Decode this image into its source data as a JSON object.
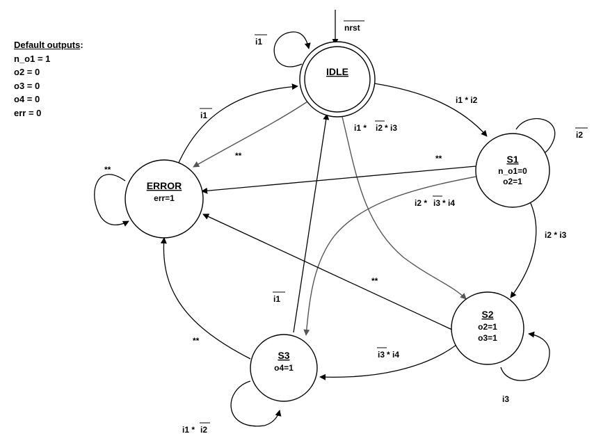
{
  "defaults": {
    "title": "Default outputs",
    "colon": ":",
    "lines": [
      "n_o1 = 1",
      "o2 = 0",
      "o3 = 0",
      "o4 = 0",
      "err = 0"
    ]
  },
  "reset_label": "nrst",
  "states": {
    "idle": {
      "name": "IDLE",
      "outputs": []
    },
    "s1": {
      "name": "S1",
      "outputs": [
        "n_o1=0",
        "o2=1"
      ]
    },
    "s2": {
      "name": "S2",
      "outputs": [
        "o2=1",
        "o3=1"
      ]
    },
    "s3": {
      "name": "S3",
      "outputs": [
        "o4=1"
      ]
    },
    "error": {
      "name": "ERROR",
      "outputs": [
        "err=1"
      ]
    }
  },
  "transitions": {
    "idle_self": "i1",
    "idle_s1": "i1 * i2",
    "idle_s2": {
      "a": "i1 * ",
      "b": "i2",
      "c": " * i3"
    },
    "idle_error": "**",
    "s1_self": "i2",
    "s1_s2": "i2 * i3",
    "s1_s3": {
      "a": "i2 * ",
      "b": "i3",
      "c": " * i4"
    },
    "s1_error": "**",
    "s2_self": "i3",
    "s2_s3": {
      "a": "i3",
      "b": " * i4"
    },
    "s2_error": "**",
    "s3_self": {
      "a": "i1 * ",
      "b": "i2"
    },
    "s3_idle": "i1",
    "s3_error": "**",
    "error_self": "**",
    "error_idle": "i1"
  },
  "colors": {
    "primary_edge": "#000000",
    "secondary_edge": "#555555"
  }
}
